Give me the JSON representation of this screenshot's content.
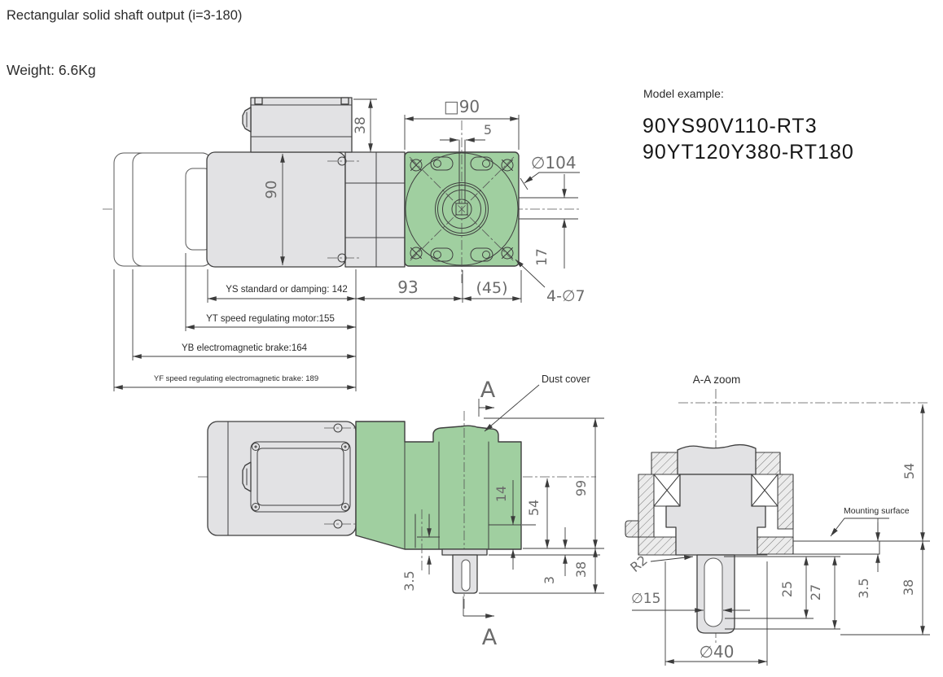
{
  "header": {
    "title": "Rectangular solid shaft output (i=3-180)",
    "weight": "Weight: 6.6Kg",
    "model_example_label": "Model example:",
    "models": [
      "90YS90V110-RT3",
      "90YT120Y380-RT180"
    ]
  },
  "colors": {
    "housing_green": "#a0cfa0",
    "body_gray": "#e2e2e4",
    "outline": "#3f3f3f",
    "dim_text": "#6b6b6b"
  },
  "top_view": {
    "dim_terminal_box_height": "38",
    "dim_body_height": "90",
    "dim_flange_square": "□90",
    "dim_key_width": "5",
    "dim_flange_circle": "∅104",
    "dim_offset": "17",
    "dim_gear_length": "93",
    "dim_flange_depth": "(45)",
    "dim_holes": "4-∅7",
    "length_notes": [
      "YS standard or damping: 142",
      "YT speed regulating motor:155",
      "YB electromagnetic brake:164",
      "YF speed regulating electromagnetic brake: 189"
    ]
  },
  "side_view": {
    "section_marker": "A",
    "dust_cover_label": "Dust cover",
    "dim_recess": "14",
    "dim_center_to_face": "54",
    "dim_total_height": "99",
    "dim_boss": "3",
    "dim_shaft_length": "38",
    "dim_step": "3.5"
  },
  "detail_view": {
    "title": "A-A zoom",
    "mounting_surface_label": "Mounting surface",
    "dim_center_to_face": "54",
    "dim_fillet": "R2",
    "dim_slot_width": "∅15",
    "dim_key_length": "25",
    "dim_slot_length": "27",
    "dim_plate": "3.5",
    "dim_shaft_length": "38",
    "dim_boss_dia": "∅40"
  }
}
